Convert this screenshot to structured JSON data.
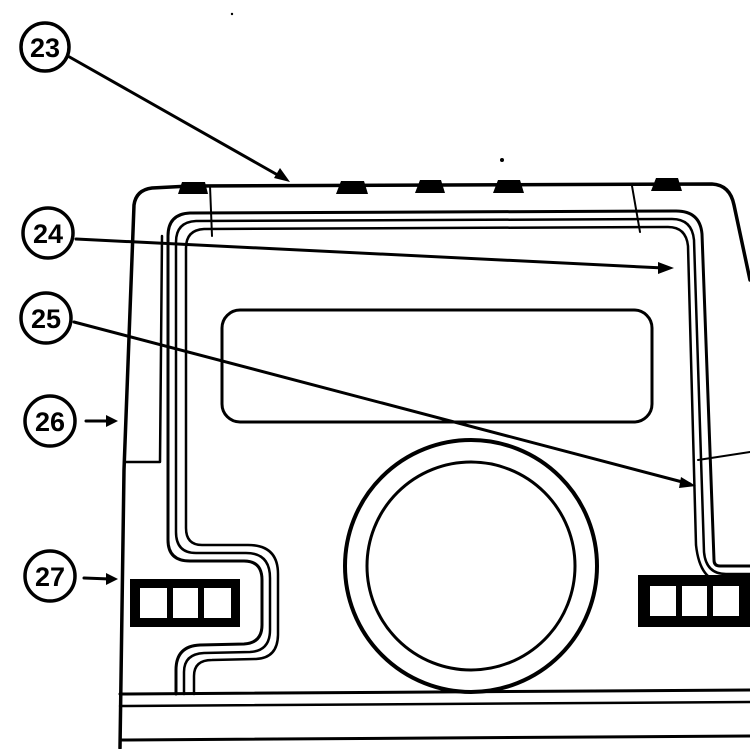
{
  "callouts": [
    {
      "id": "23",
      "label": "23"
    },
    {
      "id": "24",
      "label": "24"
    },
    {
      "id": "25",
      "label": "25"
    },
    {
      "id": "26",
      "label": "26"
    },
    {
      "id": "27",
      "label": "27"
    }
  ],
  "colors": {
    "ink": "#000000",
    "paper": "#ffffff"
  }
}
